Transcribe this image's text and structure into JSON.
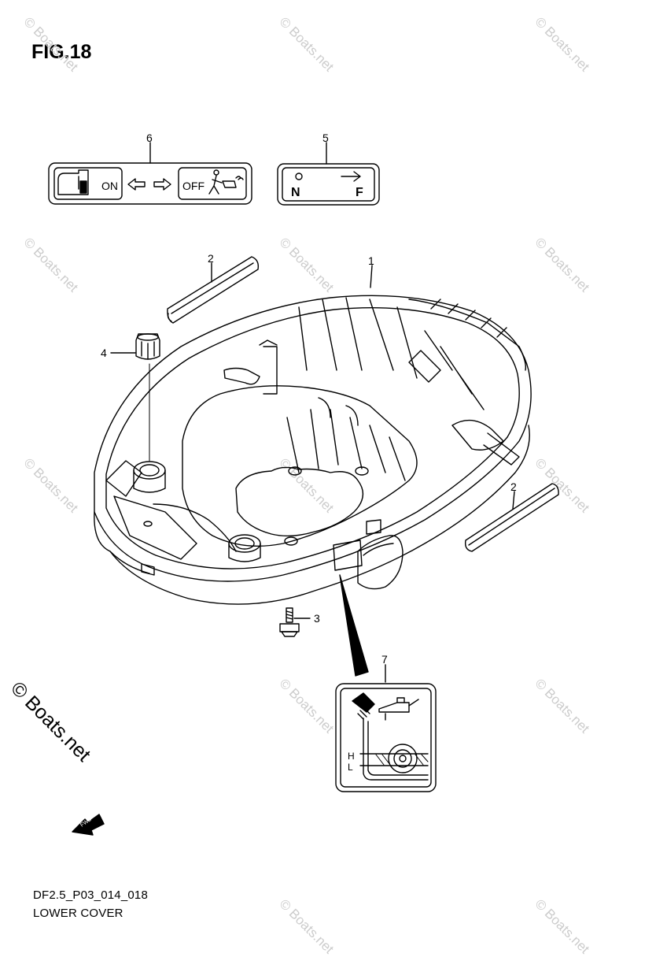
{
  "figure": {
    "title": "FIG.18"
  },
  "footer": {
    "code": "DF2.5_P03_014_018",
    "name": "LOWER COVER"
  },
  "watermark": {
    "text": "© Boats.net",
    "big_text": "© Boats.net"
  },
  "callouts": {
    "c1": "1",
    "c2a": "2",
    "c2b": "2",
    "c3": "3",
    "c4": "4",
    "c5": "5",
    "c6": "6",
    "c7": "7"
  },
  "labels": {
    "decal6": {
      "on": "ON",
      "off": "OFF"
    },
    "decal5": {
      "n": "N",
      "f": "F"
    },
    "decal7": {
      "h": "H",
      "l": "L"
    },
    "fwd": "FWD"
  }
}
